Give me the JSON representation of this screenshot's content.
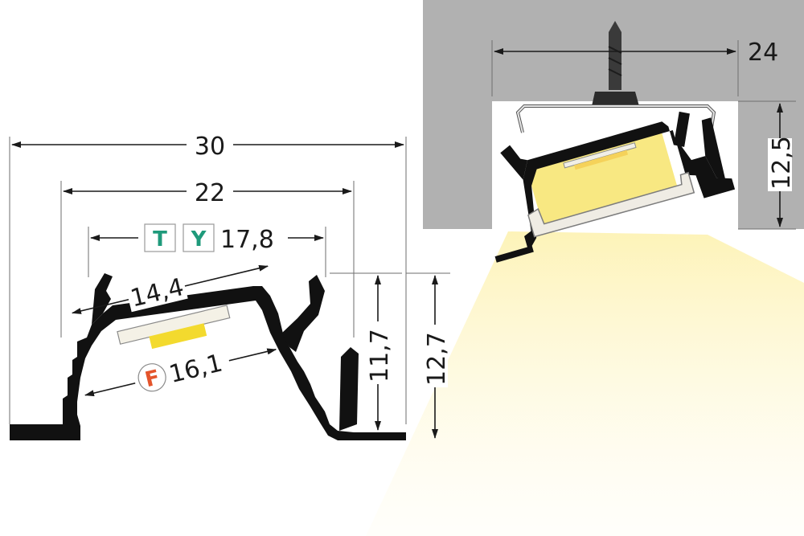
{
  "colors": {
    "profile": "#111111",
    "led_glow": "#f8e882",
    "light_cone": "#fdf3b8",
    "wall": "#b1b1b1",
    "diffuser": "#efece4",
    "clip": "#e6e6e6",
    "badge_ty": "#1f9a7b",
    "badge_f": "#e4542b"
  },
  "left_profile": {
    "dim_width_total": "30",
    "dim_width_inner": "22",
    "dim_strip_ty": "17,8",
    "dim_strip_top": "14,4",
    "dim_strip_f": "16,1",
    "dim_height_inner": "11,7",
    "dim_height_total": "12,7",
    "badge_t": "T",
    "badge_y": "Y",
    "badge_f": "F"
  },
  "right_profile": {
    "dim_recess_width": "24",
    "dim_recess_depth": "12,5"
  }
}
